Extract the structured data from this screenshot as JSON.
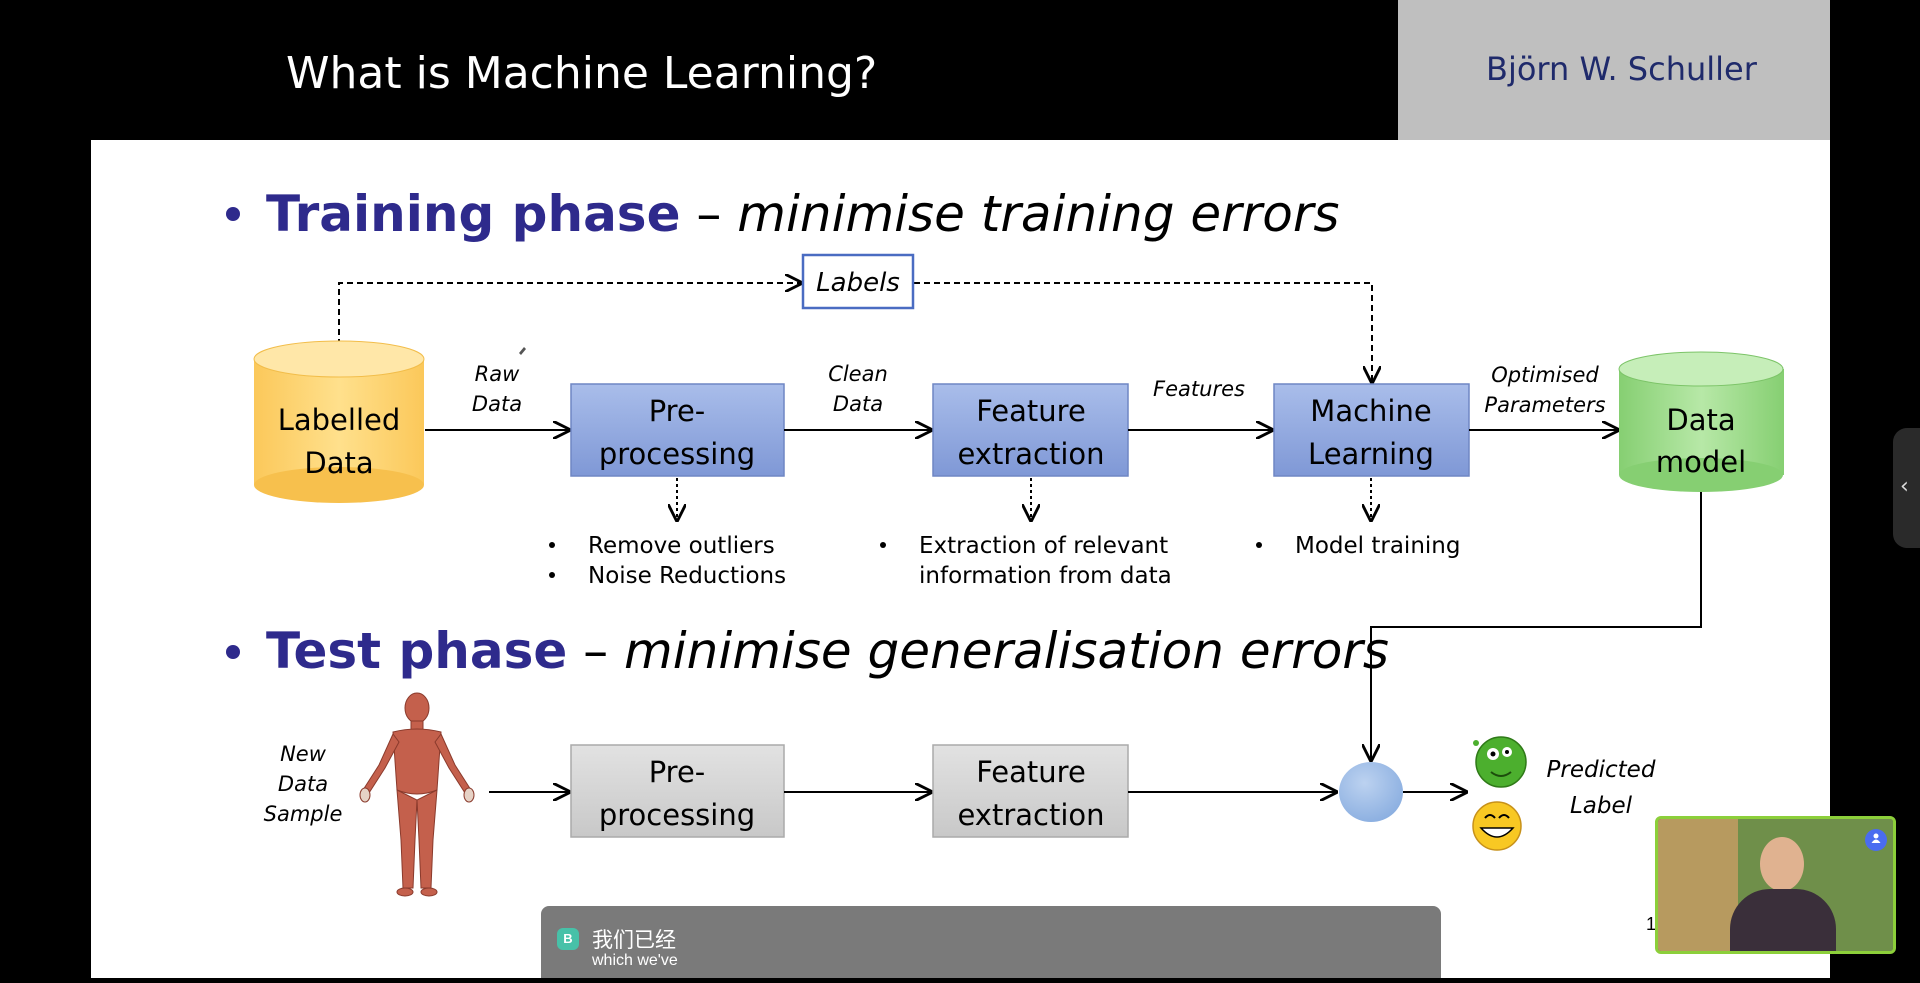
{
  "slide": {
    "title": "What is Machine Learning?",
    "author": "Björn W. Schuller",
    "page_number": "1"
  },
  "training": {
    "heading_bold": "Training phase",
    "heading_dash": " – ",
    "heading_italic": "minimise training errors",
    "labels_box": "Labels",
    "db_line1": "Labelled",
    "db_line2": "Data",
    "raw_1": "Raw",
    "raw_2": "Data",
    "pre_1": "Pre-",
    "pre_2": "processing",
    "clean_1": "Clean",
    "clean_2": "Data",
    "feat_1": "Feature",
    "feat_2": "extraction",
    "features": "Features",
    "ml_1": "Machine",
    "ml_2": "Learning",
    "opt_1": "Optimised",
    "opt_2": "Parameters",
    "model_1": "Data",
    "model_2": "model",
    "note_pre_1": "Remove outliers",
    "note_pre_2": "Noise Reductions",
    "note_feat_1": "Extraction of relevant",
    "note_feat_2": "information from data",
    "note_ml_1": "Model training"
  },
  "test": {
    "heading_bold": "Test phase",
    "heading_dash": " – ",
    "heading_italic": "minimise generalisation errors",
    "sample_1": "New",
    "sample_2": "Data",
    "sample_3": "Sample",
    "pre_1": "Pre-",
    "pre_2": "processing",
    "feat_1": "Feature",
    "feat_2": "extraction",
    "pred_1": "Predicted",
    "pred_2": "Label"
  },
  "caption": {
    "badge": "B",
    "chinese": "我们已经",
    "english": "which we've"
  },
  "colors": {
    "heading": "#2e2a8c",
    "process_box": "#8ea7db",
    "test_box": "#d4d4d4",
    "labelled_db": "#ffd36b",
    "model_db": "#9fdc8c",
    "labels_border": "#4a6cc2"
  },
  "icons": {
    "sidebar_toggle": "chevron-left-icon",
    "video_badge": "user-icon"
  }
}
